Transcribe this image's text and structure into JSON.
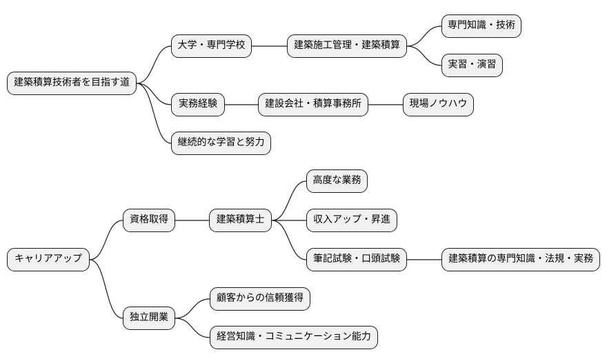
{
  "mindmaps": [
    {
      "root": "建築積算技術者を目指す道",
      "children": [
        {
          "label": "大学・専門学校",
          "children": [
            {
              "label": "建築施工管理・建築積算",
              "children": [
                {
                  "label": "専門知識・技術"
                },
                {
                  "label": "実習・演習"
                }
              ]
            }
          ]
        },
        {
          "label": "実務経験",
          "children": [
            {
              "label": "建設会社・積算事務所",
              "children": [
                {
                  "label": "現場ノウハウ"
                }
              ]
            }
          ]
        },
        {
          "label": "継続的な学習と努力"
        }
      ]
    },
    {
      "root": "キャリアアップ",
      "children": [
        {
          "label": "資格取得",
          "children": [
            {
              "label": "建築積算士",
              "children": [
                {
                  "label": "高度な業務"
                },
                {
                  "label": "収入アップ・昇進"
                },
                {
                  "label": "筆記試験・口頭試験",
                  "children": [
                    {
                      "label": "建築積算の専門知識・法規・実務"
                    }
                  ]
                }
              ]
            }
          ]
        },
        {
          "label": "独立開業",
          "children": [
            {
              "label": "顧客からの信頼獲得"
            },
            {
              "label": "経営知識・コミュニケーション能力"
            }
          ]
        }
      ]
    }
  ]
}
